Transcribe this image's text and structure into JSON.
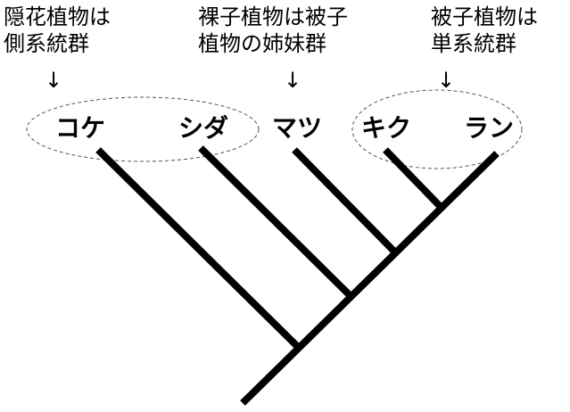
{
  "notes": {
    "cryptogam": {
      "line1": "隠花植物は",
      "line2": "側系統群"
    },
    "gymnosperm": {
      "line1": "裸子植物は被子",
      "line2": "植物の姉妹群"
    },
    "angiosperm": {
      "line1": "被子植物は",
      "line2": "単系統群"
    },
    "arrow": "↓"
  },
  "taxa": [
    "コケ",
    "シダ",
    "マツ",
    "キク",
    "ラン"
  ]
}
